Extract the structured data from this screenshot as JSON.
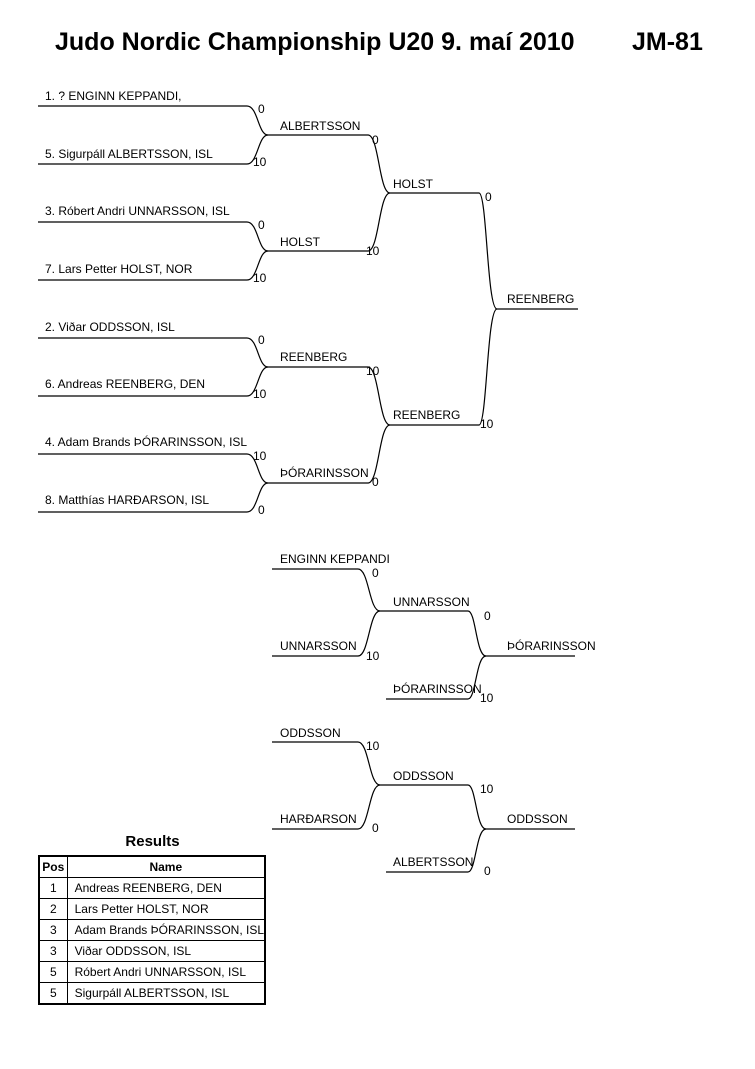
{
  "header": {
    "title": "Judo Nordic Championship U20  9. maí 2010",
    "code": "JM-81"
  },
  "main_bracket": {
    "entrants": [
      "1. ? ENGINN KEPPANDI,",
      "5. Sigurpáll ALBERTSSON, ISL",
      "3. Róbert Andri UNNARSSON, ISL",
      "7. Lars Petter HOLST, NOR",
      "2. Viðar ODDSSON, ISL",
      "6. Andreas REENBERG, DEN",
      "4. Adam Brands ÞÓRARINSSON, ISL",
      "8. Matthías  HARÐARSON, ISL"
    ],
    "round1": [
      {
        "winner": "ALBERTSSON",
        "scores": [
          "0",
          "10"
        ]
      },
      {
        "winner": "HOLST",
        "scores": [
          "0",
          "10"
        ]
      },
      {
        "winner": "REENBERG",
        "scores": [
          "0",
          "10"
        ]
      },
      {
        "winner": "ÞÓRARINSSON",
        "scores": [
          "10",
          "0"
        ]
      }
    ],
    "round2": [
      {
        "winner": "HOLST",
        "scores": [
          "0",
          "10"
        ]
      },
      {
        "winner": "REENBERG",
        "scores": [
          "10",
          "0"
        ]
      }
    ],
    "final": {
      "winner": "REENBERG",
      "scores": [
        "0",
        "10"
      ]
    }
  },
  "repechage": [
    {
      "first": {
        "a": "ENGINN KEPPANDI",
        "b": "UNNARSSON",
        "scores": [
          "0",
          "10"
        ],
        "winner": "UNNARSSON"
      },
      "second": {
        "a": "ÞÓRARINSSON",
        "scores": [
          "0",
          "10"
        ],
        "winner": "ÞÓRARINSSON"
      }
    },
    {
      "first": {
        "a": "ODDSSON",
        "b": "HARÐARSON",
        "scores": [
          "10",
          "0"
        ],
        "winner": "ODDSSON"
      },
      "second": {
        "a": "ALBERTSSON",
        "scores": [
          "10",
          "0"
        ],
        "winner": "ODDSSON"
      }
    }
  ],
  "results": {
    "title": "Results",
    "columns": [
      "Pos",
      "Name"
    ],
    "rows": [
      {
        "pos": "1",
        "name": "Andreas REENBERG, DEN"
      },
      {
        "pos": "2",
        "name": "Lars Petter HOLST, NOR"
      },
      {
        "pos": "3",
        "name": "Adam Brands ÞÓRARINSSON, ISL"
      },
      {
        "pos": "3",
        "name": "Viðar ODDSSON, ISL"
      },
      {
        "pos": "5",
        "name": "Róbert Andri UNNARSSON, ISL"
      },
      {
        "pos": "5",
        "name": "Sigurpáll ALBERTSSON, ISL"
      }
    ]
  }
}
